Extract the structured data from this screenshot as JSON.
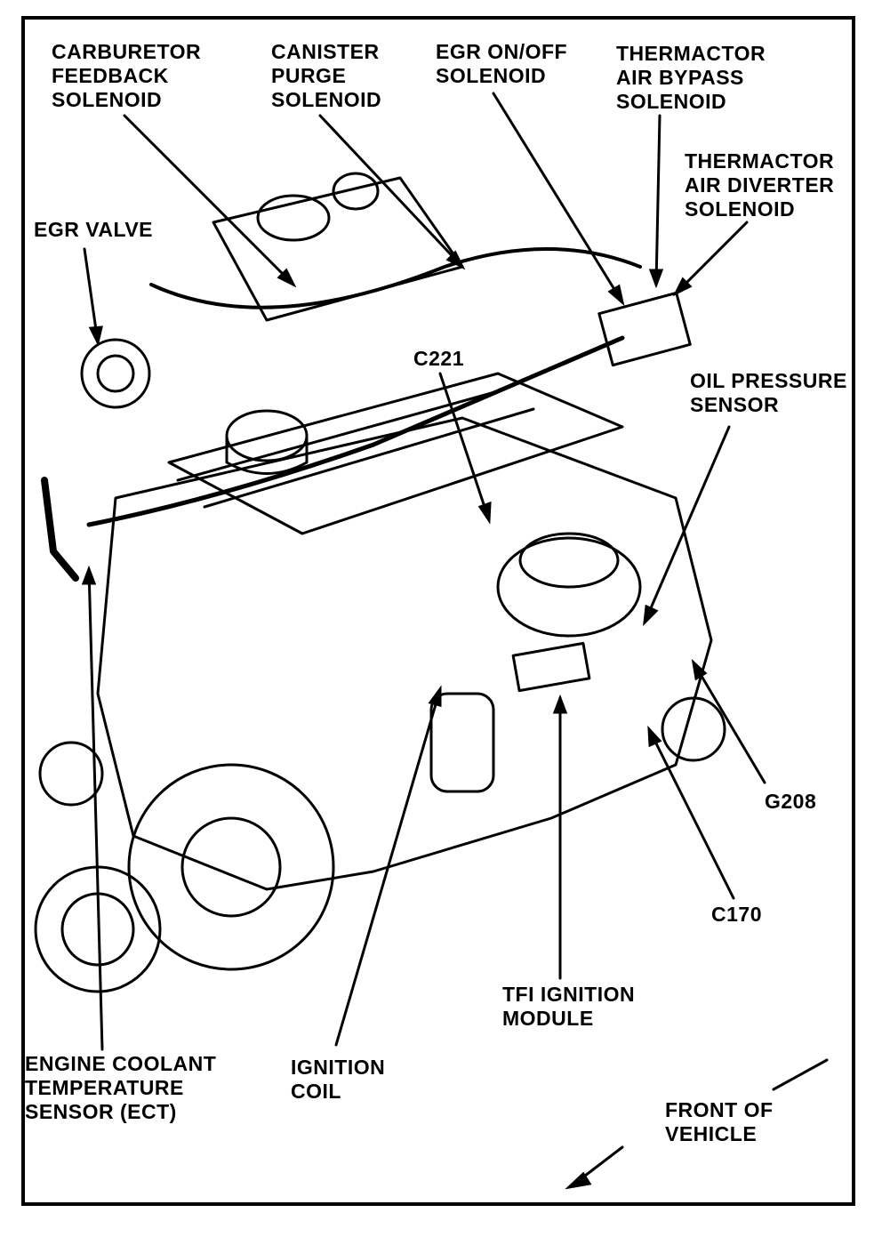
{
  "labels": {
    "carburetor_feedback": [
      "CARBURETOR",
      "FEEDBACK",
      "SOLENOID"
    ],
    "canister_purge": [
      "CANISTER",
      "PURGE",
      "SOLENOID"
    ],
    "egr_onoff": [
      "EGR ON/OFF",
      "SOLENOID"
    ],
    "thermactor_bypass": [
      "THERMACTOR",
      "AIR BYPASS",
      "SOLENOID"
    ],
    "thermactor_diverter": [
      "THERMACTOR",
      "AIR DIVERTER",
      "SOLENOID"
    ],
    "egr_valve": [
      "EGR VALVE"
    ],
    "c221": [
      "C221"
    ],
    "oil_pressure": [
      "OIL PRESSURE",
      "SENSOR"
    ],
    "g208": [
      "G208"
    ],
    "c170": [
      "C170"
    ],
    "tfi_module": [
      "TFI IGNITION",
      "MODULE"
    ],
    "ignition_coil": [
      "IGNITION",
      "COIL"
    ],
    "ect": [
      "ENGINE COOLANT",
      "TEMPERATURE",
      "SENSOR (ECT)"
    ],
    "front": [
      "FRONT OF",
      "VEHICLE"
    ]
  },
  "caption": ""
}
